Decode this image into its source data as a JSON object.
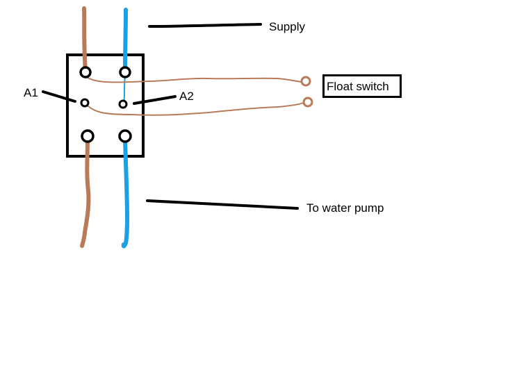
{
  "labels": {
    "supply": "Supply",
    "a1": "A1",
    "a2": "A2",
    "float_switch": "Float switch",
    "to_water_pump": "To water pump"
  },
  "colors": {
    "brown_wire": "#b97a57",
    "blue_wire": "#1ba1e2",
    "outline": "#000000",
    "background": "#ffffff"
  }
}
